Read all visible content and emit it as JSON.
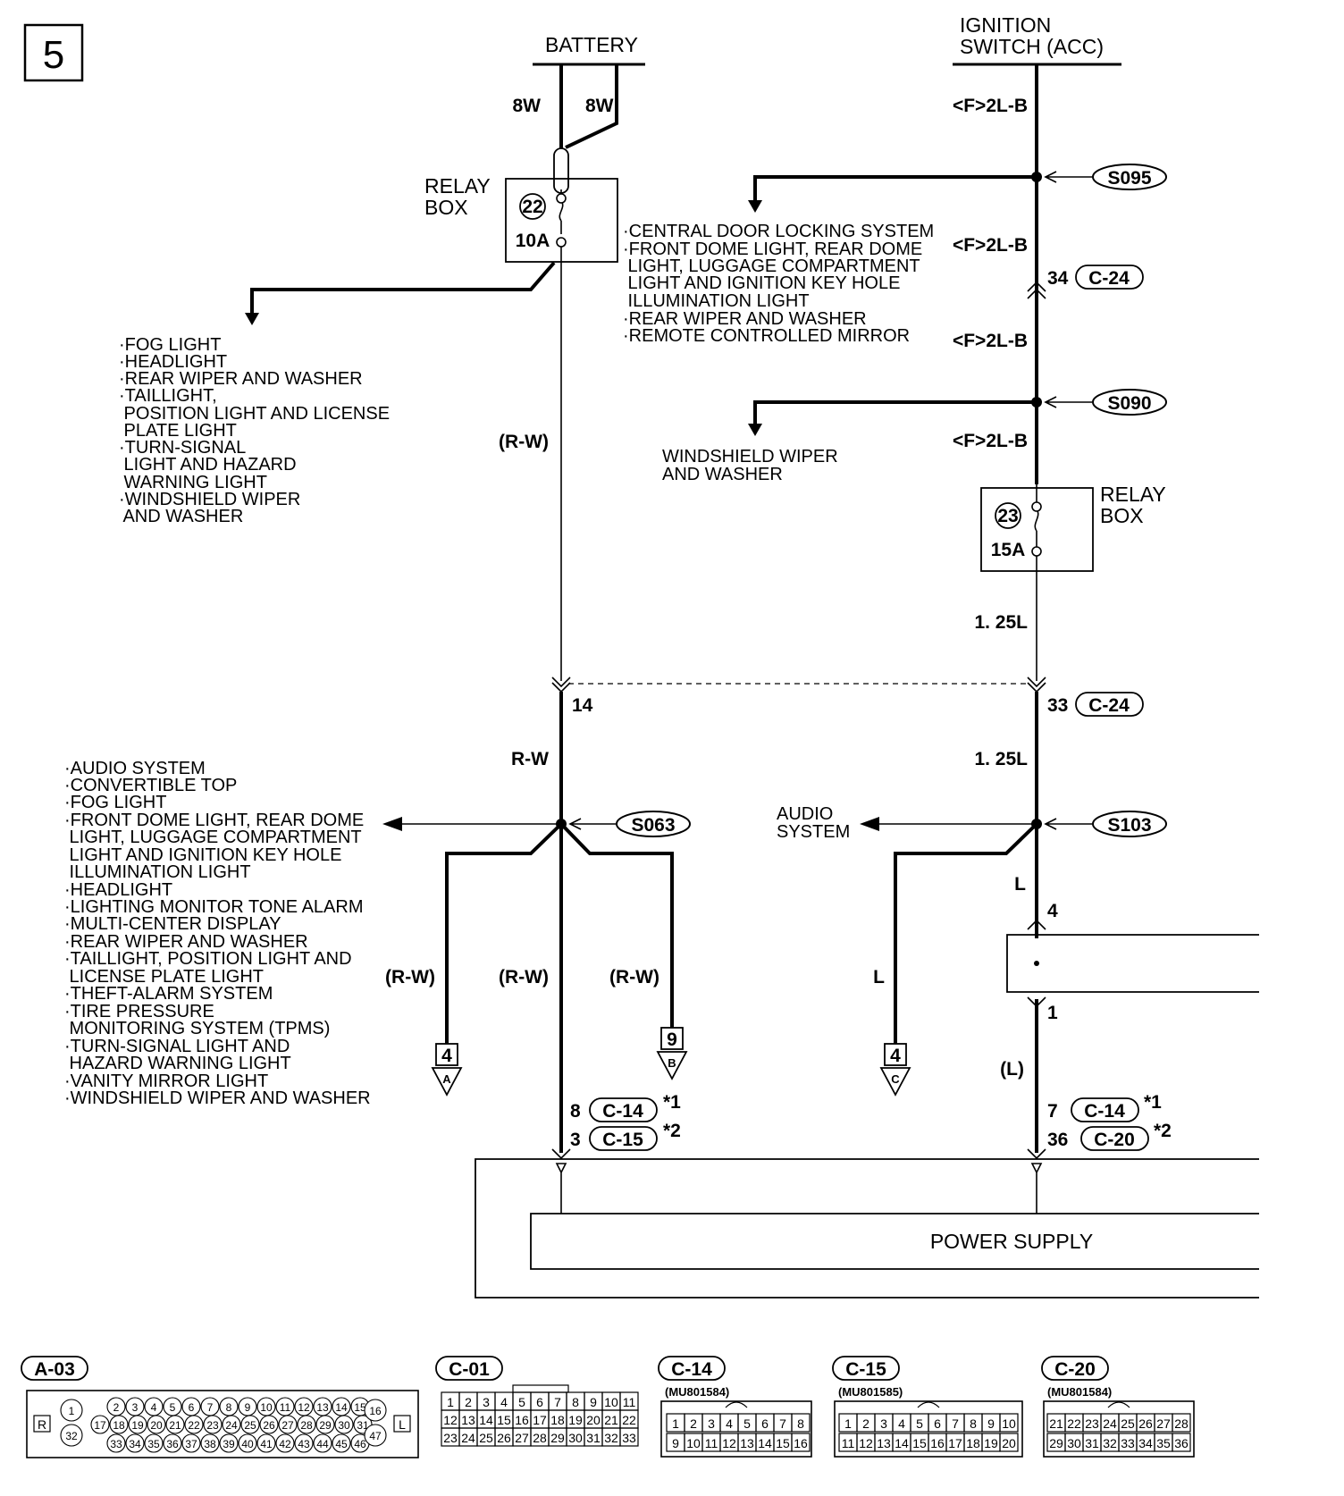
{
  "page_number": "5",
  "sources": {
    "battery": "BATTERY",
    "ignition_line1": "IGNITION",
    "ignition_line2": "SWITCH (ACC)"
  },
  "wires": {
    "battery_left": "8W",
    "battery_right": "8W",
    "ign_1": "<F>2L-B",
    "ign_2": "<F>2L-B",
    "ign_3": "<F>2L-B",
    "ign_4": "<F>2L-B",
    "left_rw_paren": "(R-W)",
    "left_rw": "R-W",
    "right_125l_1": "1. 25L",
    "right_125l_2": "1. 25L",
    "right_l": "L",
    "right_l_paren": "(L)",
    "branch_a": "(R-W)",
    "branch_main": "(R-W)",
    "branch_b": "(R-W)",
    "branch_c": "L"
  },
  "relay_box_left": {
    "label1": "RELAY",
    "label2": "BOX",
    "fuse_no": "22",
    "amp": "10A"
  },
  "relay_box_right": {
    "label1": "RELAY",
    "label2": "BOX",
    "fuse_no": "23",
    "amp": "15A"
  },
  "splices": {
    "s095": "S095",
    "s090": "S090",
    "s063": "S063",
    "s103": "S103"
  },
  "connectors": {
    "c24_a_pin": "34",
    "c24_a_name": "C-24",
    "c24_b_pin": "33",
    "c24_b_name": "C-24",
    "left_14": "14",
    "c14_left_pin": "8",
    "c14_left_name": "C-14",
    "c14_left_note": "*1",
    "c15_left_pin": "3",
    "c15_left_name": "C-15",
    "c15_left_note": "*2",
    "c14_right_pin": "7",
    "c14_right_name": "C-14",
    "c14_right_note": "*1",
    "c20_right_pin": "36",
    "c20_right_name": "C-20",
    "c20_right_note": "*2",
    "right_pin_4": "4",
    "right_pin_1": "1"
  },
  "branch_refs": {
    "a_num": "4",
    "a_letter": "A",
    "b_num": "9",
    "b_letter": "B",
    "c_num": "4",
    "c_letter": "C"
  },
  "lists": {
    "fuse22_branch": [
      "·FOG LIGHT",
      "·HEADLIGHT",
      "·REAR WIPER AND WASHER",
      "·TAILLIGHT,",
      " POSITION LIGHT AND LICENSE",
      " PLATE LIGHT",
      "·TURN-SIGNAL",
      " LIGHT AND HAZARD",
      " WARNING LIGHT",
      "·WINDSHIELD WIPER",
      " AND WASHER"
    ],
    "s095_branch": [
      "·CENTRAL DOOR LOCKING SYSTEM",
      "·FRONT DOME LIGHT, REAR DOME",
      " LIGHT, LUGGAGE COMPARTMENT",
      " LIGHT AND IGNITION KEY HOLE",
      " ILLUMINATION LIGHT",
      "·REAR WIPER AND WASHER",
      "·REMOTE CONTROLLED MIRROR"
    ],
    "s090_branch": [
      "WINDSHIELD WIPER",
      "AND WASHER"
    ],
    "s063_branch": [
      "·AUDIO SYSTEM",
      "·CONVERTIBLE TOP",
      "·FOG LIGHT",
      "·FRONT DOME LIGHT, REAR DOME",
      " LIGHT, LUGGAGE COMPARTMENT",
      " LIGHT AND IGNITION KEY HOLE",
      " ILLUMINATION LIGHT",
      "·HEADLIGHT",
      "·LIGHTING MONITOR TONE ALARM",
      "·MULTI-CENTER DISPLAY",
      "·REAR WIPER AND WASHER",
      "·TAILLIGHT, POSITION LIGHT AND",
      " LICENSE PLATE LIGHT",
      "·THEFT-ALARM SYSTEM",
      "·TIRE PRESSURE",
      " MONITORING SYSTEM (TPMS)",
      "·TURN-SIGNAL LIGHT AND",
      " HAZARD WARNING LIGHT",
      "·VANITY MIRROR LIGHT",
      "·WINDSHIELD WIPER AND WASHER"
    ],
    "s103_branch": [
      "AUDIO",
      "SYSTEM"
    ]
  },
  "power_supply": "POWER SUPPLY",
  "connector_views": {
    "a03": {
      "name": "A-03",
      "side_left": "R",
      "side_right": "L",
      "row1": [
        "2",
        "3",
        "4",
        "5",
        "6",
        "7",
        "8",
        "9",
        "10",
        "11",
        "12",
        "13",
        "14",
        "15"
      ],
      "row2": [
        "17",
        "18",
        "19",
        "20",
        "21",
        "22",
        "23",
        "24",
        "25",
        "26",
        "27",
        "28",
        "29",
        "30",
        "31"
      ],
      "row3": [
        "33",
        "34",
        "35",
        "36",
        "37",
        "38",
        "39",
        "40",
        "41",
        "42",
        "43",
        "44",
        "45",
        "46"
      ],
      "left_top": "1",
      "left_bottom": "32",
      "right_top": "16",
      "right_bottom": "47"
    },
    "c01": {
      "name": "C-01",
      "row1": [
        "1",
        "2",
        "3",
        "4",
        "5",
        "6",
        "7",
        "8",
        "9",
        "10",
        "11"
      ],
      "row2": [
        "12",
        "13",
        "14",
        "15",
        "16",
        "17",
        "18",
        "19",
        "20",
        "21",
        "22"
      ],
      "row3": [
        "23",
        "24",
        "25",
        "26",
        "27",
        "28",
        "29",
        "30",
        "31",
        "32",
        "33"
      ]
    },
    "c14": {
      "name": "C-14",
      "part": "(MU801584)",
      "row1": [
        "1",
        "2",
        "3",
        "4",
        "5",
        "6",
        "7",
        "8"
      ],
      "row2": [
        "9",
        "10",
        "11",
        "12",
        "13",
        "14",
        "15",
        "16"
      ]
    },
    "c15": {
      "name": "C-15",
      "part": "(MU801585)",
      "row1": [
        "1",
        "2",
        "3",
        "4",
        "5",
        "6",
        "7",
        "8",
        "9",
        "10"
      ],
      "row2": [
        "11",
        "12",
        "13",
        "14",
        "15",
        "16",
        "17",
        "18",
        "19",
        "20"
      ]
    },
    "c20": {
      "name": "C-20",
      "part": "(MU801584)",
      "row1": [
        "21",
        "22",
        "23",
        "24",
        "25",
        "26",
        "27",
        "28"
      ],
      "row2": [
        "29",
        "30",
        "31",
        "32",
        "33",
        "34",
        "35",
        "36"
      ]
    }
  }
}
